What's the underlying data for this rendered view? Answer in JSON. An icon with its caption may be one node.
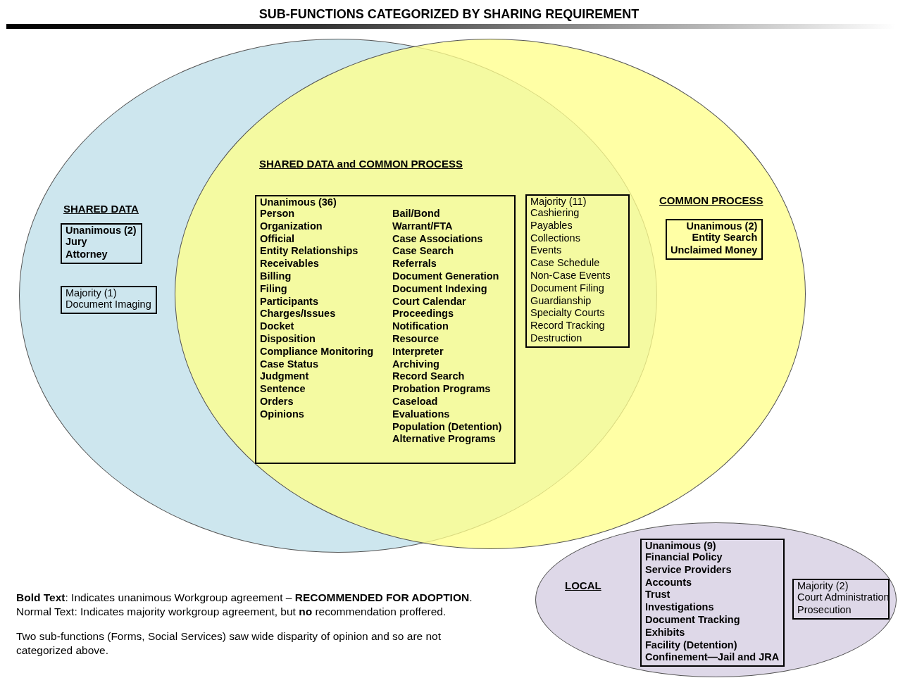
{
  "diagram": {
    "title": "SUB-FUNCTIONS CATEGORIZED BY SHARING REQUIREMENT",
    "nodes": [
      {
        "text": [
          "SHARED DATA"
        ]
      },
      {
        "text": [
          "COMMON PROCESS"
        ]
      },
      {
        "text": [
          "Unanimous (2)",
          "Jury",
          "Attorney"
        ],
        "in": 0
      },
      {
        "text": [
          "Majority (1)",
          "Document Imaging"
        ],
        "in": 0
      },
      {
        "text": [
          "Unanimous (36)",
          "Person",
          "Organization",
          "Official",
          "Entity Relationships",
          "Receivables",
          "Billing",
          "Filing",
          "Participants",
          "Charges/Issues",
          "Docket",
          "Disposition",
          "Compliance Monitoring",
          "Case Status",
          "Judgment",
          "Sentence",
          "Orders",
          "Opinions",
          "Bail/Bond",
          "Warrant/FTA",
          "Case Associations",
          "Case Search",
          "Referrals",
          "Document Generation",
          "Document Indexing",
          "Court Calendar",
          "Proceedings",
          "Notification",
          "Resource",
          "Interpreter",
          "Archiving",
          "Record Search",
          "Probation Programs",
          "Caseload",
          "Evaluations",
          "Population (Detention)",
          "Alternative Programs"
        ]
      },
      {
        "text": [
          "Majority (11)",
          "Cashiering",
          "Payables",
          "Collections",
          "Events",
          "Case Schedule",
          "Non-Case Events",
          "Document Filing",
          "Guardianship",
          "Specialty Courts",
          "Record Tracking",
          "Destruction"
        ]
      },
      {
        "text": [
          "Unanimous (2)",
          "Entity Search",
          "Unclaimed Money"
        ],
        "in": 1
      },
      {
        "text": [
          "LOCAL"
        ]
      },
      {
        "text": [
          "Unanimous (9)",
          "Financial Policy",
          "Service Providers",
          "Accounts",
          "Trust",
          "Investigations",
          "Document Tracking",
          "Exhibits",
          "Facility (Detention)",
          "Confinement—Jail and JRA"
        ],
        "in": 7
      },
      {
        "text": [
          "Majority (2)",
          "Court Administration",
          "Prosecution"
        ],
        "in": 7
      }
    ],
    "labels": [
      "SHARED DATA and COMMON PROCESS",
      "**Bold Text**: Indicates unanimous Workgroup agreement – **RECOMMENDED FOR ADOPTION**.",
      "Normal Text: Indicates majority workgroup agreement, but **no** recommendation proffered.",
      "Two sub-functions (Forms, Social Services) saw wide disparity of opinion and so are not categorized above."
    ]
  }
}
